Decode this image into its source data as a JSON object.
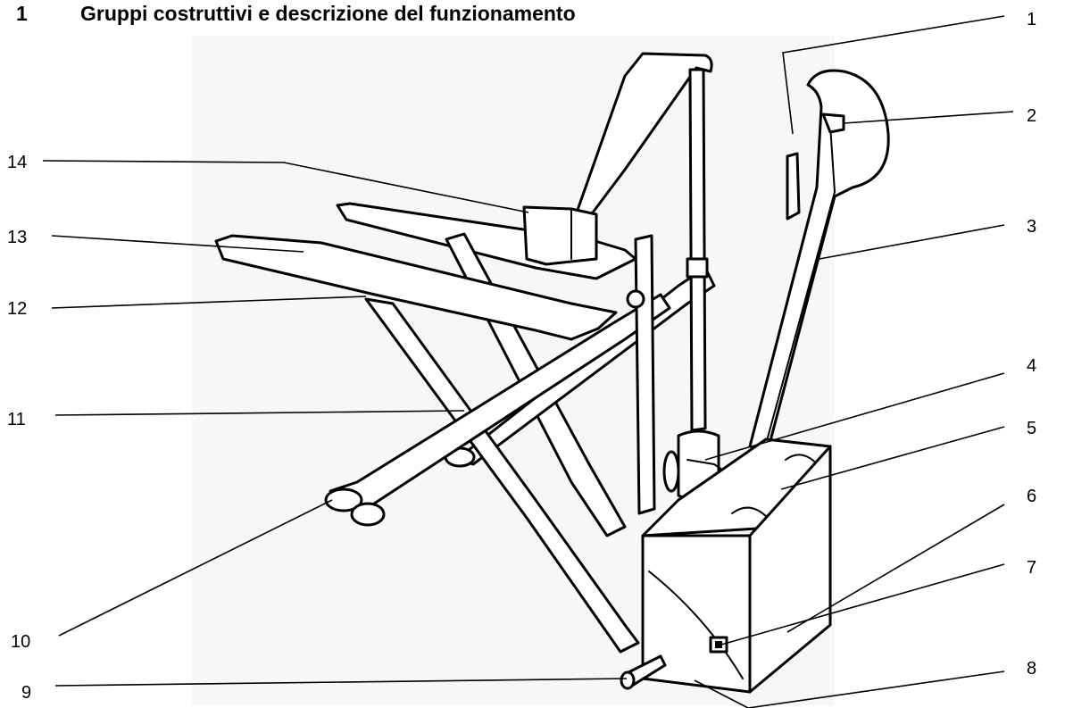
{
  "header": {
    "section_number": "1",
    "title": "Gruppi costruttivi e descrizione del funzionamento"
  },
  "callouts": [
    {
      "number": "1"
    },
    {
      "number": "2"
    },
    {
      "number": "3"
    },
    {
      "number": "4"
    },
    {
      "number": "5"
    },
    {
      "number": "6"
    },
    {
      "number": "7"
    },
    {
      "number": "8"
    },
    {
      "number": "9"
    },
    {
      "number": "10"
    },
    {
      "number": "11"
    },
    {
      "number": "12"
    },
    {
      "number": "13"
    },
    {
      "number": "14"
    }
  ],
  "colors": {
    "background": "#ffffff",
    "illustration_bg": "#f7f7f7",
    "line": "#000000"
  }
}
